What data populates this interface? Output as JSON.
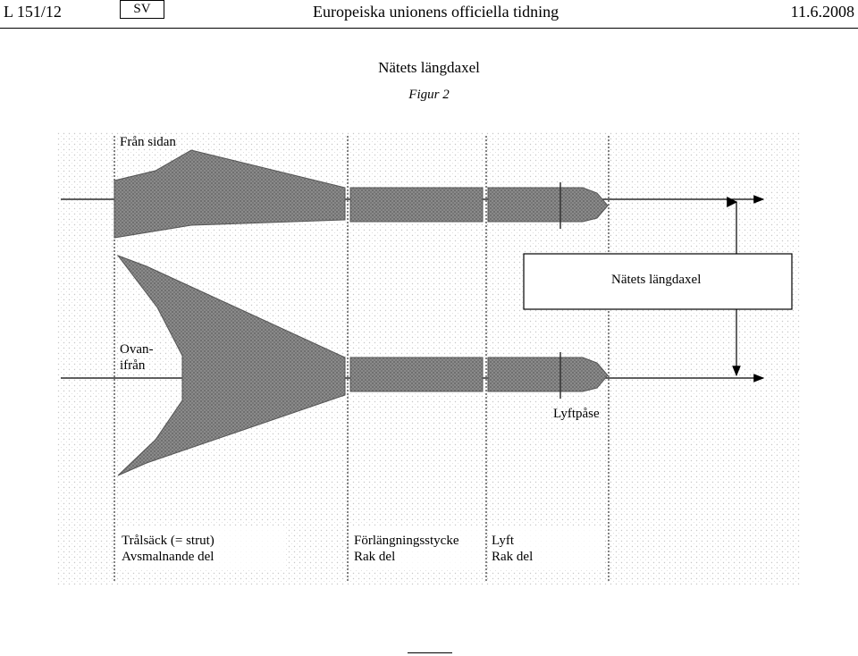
{
  "header": {
    "page_ref": "L 151/12",
    "lang": "SV",
    "journal": "Europeiska unionens officiella tidning",
    "date": "11.6.2008"
  },
  "document": {
    "title": "Nätets längdaxel",
    "figure_caption": "Figur 2"
  },
  "figure": {
    "labels": {
      "side_view": "Från sidan",
      "top_view": "Ovan-\nifrån",
      "axis_box": "Nätets längdaxel",
      "lifting_bag": "Lyftpåse",
      "section1": "Trålsäck (= strut)\nAvsmalnande del",
      "section2": "Förlängningsstycke\nRak del",
      "section3": "Lyft\nRak del"
    },
    "colors": {
      "net_fill": "#7a7a7a",
      "net_dark": "#555555",
      "background_texture": "#e6e6e6"
    }
  }
}
